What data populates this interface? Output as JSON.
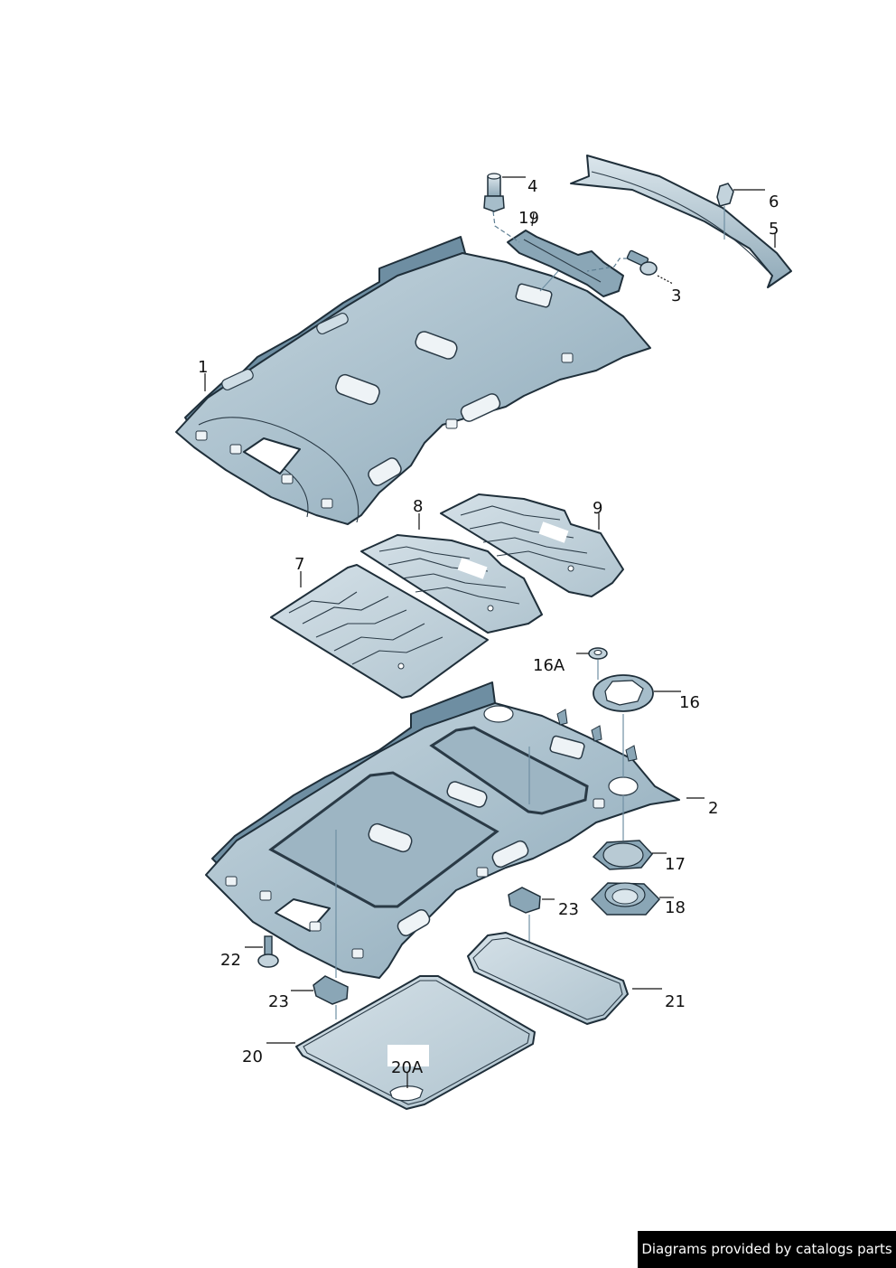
{
  "diagram": {
    "title": "Headliner exploded parts diagram",
    "colors": {
      "panel_fill": "#a9bfcb",
      "panel_light": "#c3d3dc",
      "panel_dark": "#6e8ea2",
      "edge_dark": "#5b7a8e",
      "outline": "#1f2f3a",
      "background": "#ffffff"
    },
    "callouts": [
      {
        "id": "1",
        "label": "1"
      },
      {
        "id": "2",
        "label": "2"
      },
      {
        "id": "3",
        "label": "3"
      },
      {
        "id": "4",
        "label": "4"
      },
      {
        "id": "5",
        "label": "5"
      },
      {
        "id": "6",
        "label": "6"
      },
      {
        "id": "7",
        "label": "7"
      },
      {
        "id": "8",
        "label": "8"
      },
      {
        "id": "9",
        "label": "9"
      },
      {
        "id": "16",
        "label": "16"
      },
      {
        "id": "16A",
        "label": "16A"
      },
      {
        "id": "17",
        "label": "17"
      },
      {
        "id": "18",
        "label": "18"
      },
      {
        "id": "19",
        "label": "19"
      },
      {
        "id": "20",
        "label": "20"
      },
      {
        "id": "20A",
        "label": "20A"
      },
      {
        "id": "21",
        "label": "21"
      },
      {
        "id": "22",
        "label": "22"
      },
      {
        "id": "23a",
        "label": "23"
      },
      {
        "id": "23b",
        "label": "23"
      }
    ]
  },
  "footer": {
    "credit": "Diagrams provided by catalogs parts"
  }
}
